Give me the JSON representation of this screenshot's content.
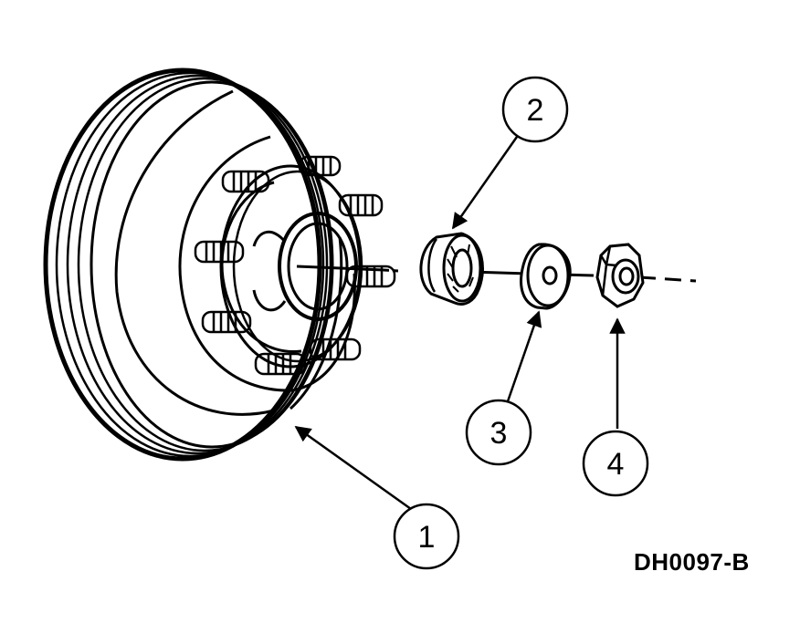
{
  "figure": {
    "code": "DH0097-B"
  },
  "callouts": [
    {
      "id": "1",
      "part": "hub-and-rotor"
    },
    {
      "id": "2",
      "part": "outer-wheel-bearing"
    },
    {
      "id": "3",
      "part": "washer"
    },
    {
      "id": "4",
      "part": "nut"
    }
  ],
  "colors": {
    "line": "#000000",
    "background": "#ffffff"
  }
}
